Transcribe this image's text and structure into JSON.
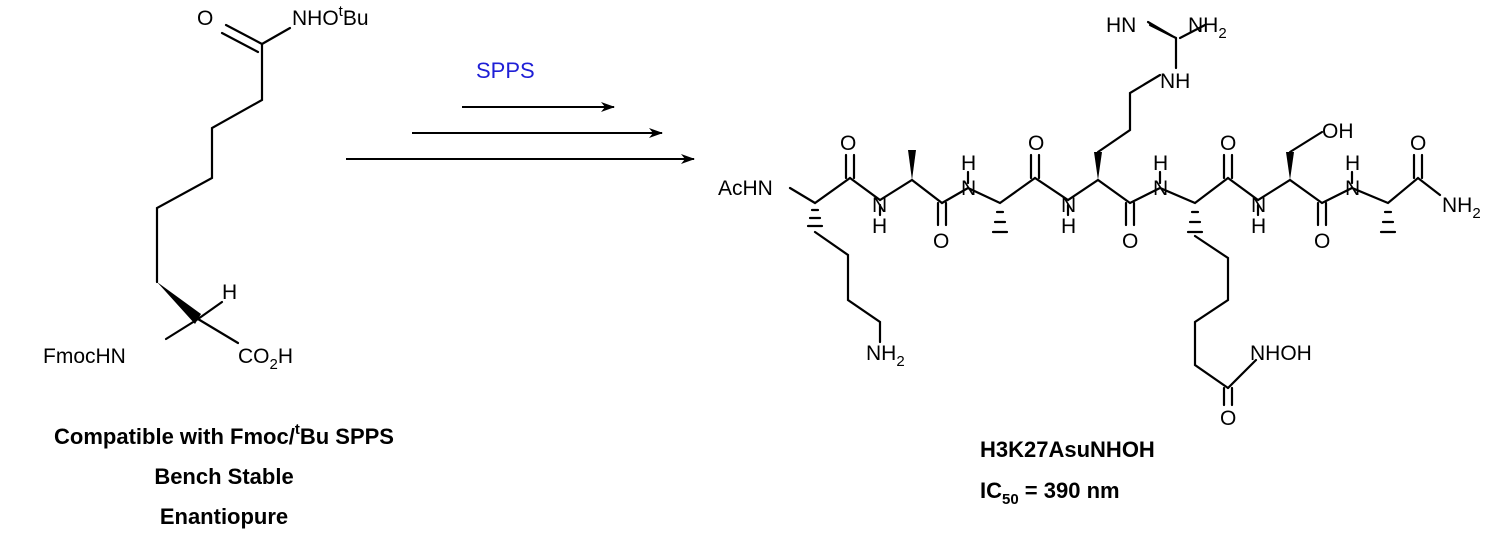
{
  "left_molecule": {
    "top_label": {
      "main": "NHO",
      "sup": "t",
      "tail": "Bu"
    },
    "carbonyl_o": "O",
    "h_label": "H",
    "fmoc_label": "FmocHN",
    "acid_label": {
      "a": "CO",
      "sub": "2",
      "b": "H"
    }
  },
  "left_captions": {
    "line1": {
      "a": "Compatible with Fmoc/",
      "sup": "t",
      "b": "Bu SPPS"
    },
    "line2": "Bench Stable",
    "line3": "Enantiopure"
  },
  "reaction": {
    "label": "SPPS",
    "label_color": "#1f1fd6"
  },
  "right_molecule": {
    "o": "O",
    "h": "H",
    "n": "N",
    "acetyl_n": "AcHN",
    "nh2": {
      "a": "NH",
      "sub": "2"
    },
    "guanidine_hn": "HN",
    "guanidine_nh": "NH",
    "oh": "OH",
    "hydroxamate": "NHOH"
  },
  "right_captions": {
    "name": "H3K27AsuNHOH",
    "ic50": {
      "a": "IC",
      "sub": "50",
      "b": " = 390 nm"
    }
  }
}
